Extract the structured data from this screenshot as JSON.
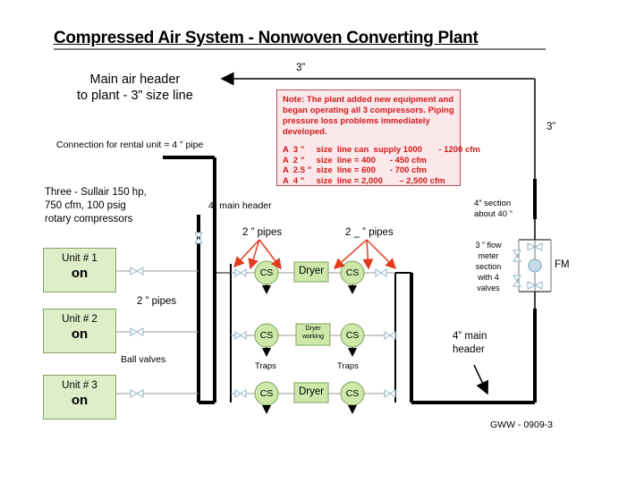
{
  "title": "Compressed Air System    - Nonwoven Converting Plant",
  "header_label": {
    "line1": "Main air header",
    "line2": "to plant   - 3” size line"
  },
  "top_pipe_size_label": "3”",
  "right_pipe_size_label": "3”",
  "rental_connection_label": "Connection for rental unit = 4      ” pipe",
  "compressor_desc": {
    "line1": "Three   - Sullair  150 hp,",
    "line2": " 750 cfm,  100 psig",
    "line3": "rotary  compressors"
  },
  "units": [
    {
      "label": "Unit # 1",
      "status": "on"
    },
    {
      "label": "Unit # 2",
      "status": "on"
    },
    {
      "label": "Unit # 3",
      "status": "on"
    }
  ],
  "unit_pipes_label": "2 ” pipes",
  "ball_valves_label": "Ball valves",
  "left_main_header_label": "4”  main header",
  "left_pipes_label": "2 ” pipes",
  "right_pipes_label": "2 _  ” pipes",
  "cs_label": "CS",
  "dryers": [
    {
      "label": "Dryer"
    },
    {
      "label": "Dryer\nworking"
    },
    {
      "label": "Dryer"
    }
  ],
  "traps_label": "Traps",
  "note": {
    "text": "Note: The plant added new equipment and began operating all 3 compressors.  Piping pressure loss problems immediately developed.",
    "lines": [
      "A  3 ”     size  line can  supply 1000       - 1200 cfm",
      "A  2 ”     size  line = 400      - 450 cfm",
      "A  2.5 ”  size  line = 600      - 700 cfm",
      "A  4 ”     size  line = 2,000       – 2,500 cfm"
    ]
  },
  "section_label": {
    "line1": "4”  section",
    "line2": "about  40 ”"
  },
  "flow_meter_label": {
    "line1": "3 ” flow",
    "line2": "meter",
    "line3": "section",
    "line4": "with 4",
    "line5": "valves"
  },
  "fm_label": "FM",
  "right_main_header_label": {
    "line1": "4”  main",
    "line2": "header"
  },
  "drawing_id": "GWW  -  0909-3",
  "colors": {
    "unit_fill": "#ddeec9",
    "cs_fill": "#cde8a9",
    "note_fill": "#fbe8ea",
    "note_text": "#d21a1a",
    "arrow_red": "#e23b1c",
    "valve": "#8fb4c8"
  }
}
